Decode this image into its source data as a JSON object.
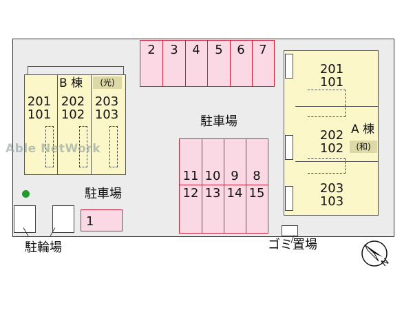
{
  "parking_label": "駐車場",
  "building_b": {
    "name": "B 棟",
    "tag": "(光)",
    "units": [
      "201\n101",
      "202\n102",
      "203\n103"
    ]
  },
  "building_a": {
    "name": "A 棟",
    "tag": "(和)",
    "units": [
      "201\n101",
      "202\n102",
      "203\n103"
    ]
  },
  "stalls_top": [
    "2",
    "3",
    "4",
    "5",
    "6",
    "7"
  ],
  "stalls_center_upper": [
    "11",
    "10",
    "9",
    "8"
  ],
  "stalls_center_lower": [
    "12",
    "13",
    "14",
    "15"
  ],
  "stall_single": "1",
  "bicycle_label": "駐輪場",
  "garbage_label": "ゴミ置場",
  "watermark": "Able NetWork",
  "compass": "N",
  "colors": {
    "parking_fill": "#fbd9e4",
    "parking_border": "#d11f3a",
    "building_fill": "#fbf7c8",
    "tree": "#1f9a2e"
  }
}
